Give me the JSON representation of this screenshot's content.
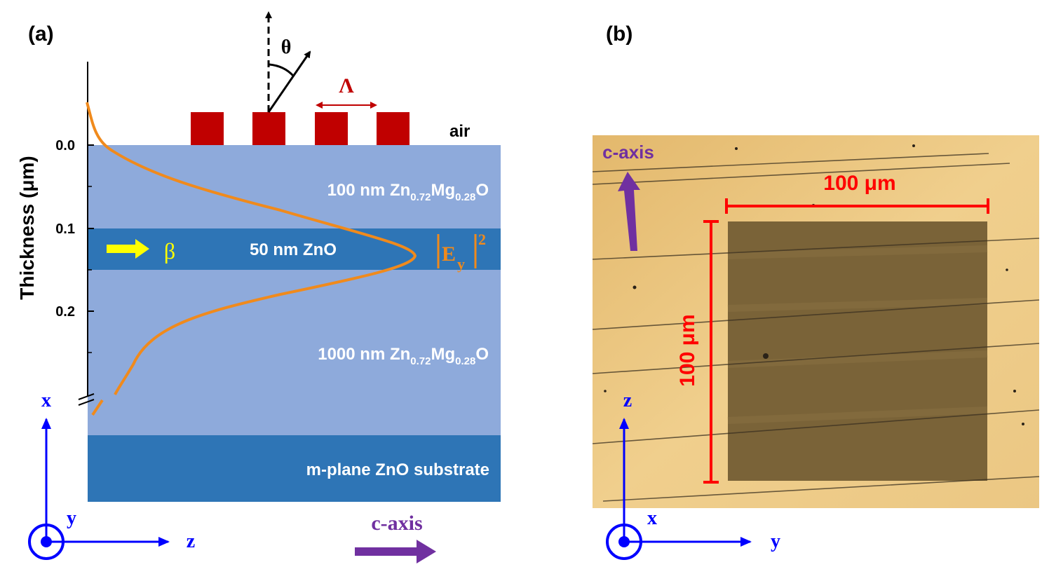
{
  "panel_a": {
    "label": "(a)",
    "theta": "θ",
    "lambda": "Λ",
    "air": "air",
    "beta": "β",
    "ey_base": "E",
    "ey_sub": "y",
    "ey_sup": "2",
    "y_axis_label": "Thickness (μm)",
    "ticks": [
      "0.0",
      "0.1",
      "0.2"
    ],
    "layers": {
      "top_cladding": {
        "prefix": "100 nm Zn",
        "sub1": "0.72",
        "mid": "Mg",
        "sub2": "0.28",
        "suffix": "O"
      },
      "core": "50 nm ZnO",
      "bottom_cladding": {
        "prefix": "1000 nm Zn",
        "sub1": "0.72",
        "mid": "Mg",
        "sub2": "0.28",
        "suffix": "O"
      },
      "substrate": "m-plane ZnO substrate"
    },
    "axes": {
      "x": "x",
      "y": "y",
      "z": "z"
    },
    "c_axis": "c-axis"
  },
  "panel_b": {
    "label": "(b)",
    "c_axis": "c-axis",
    "width_label": "100 μm",
    "height_label": "100 μm",
    "axes": {
      "z": "z",
      "x": "x",
      "y": "y"
    }
  },
  "colors": {
    "cladding": "#8eaadb",
    "core": "#2e75b6",
    "grating": "#c00000",
    "field": "#f08a1c",
    "axis_blue": "#0000ff",
    "c_axis": "#7030a0",
    "beta_arrow": "#ffff00",
    "scale_red": "#ff0000",
    "photo_bg": "#e8c27a",
    "pad": "#7a6338"
  }
}
